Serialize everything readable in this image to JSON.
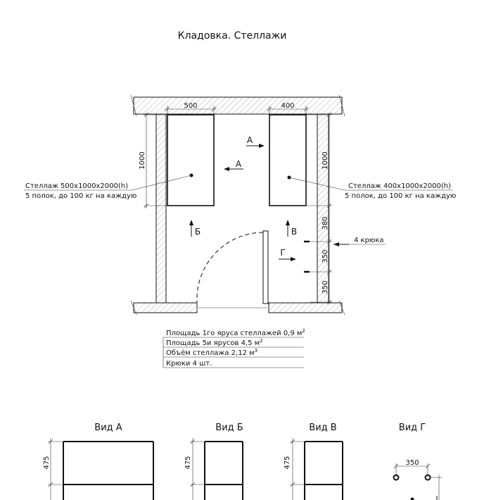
{
  "title": "Кладовка. Стеллажи",
  "plan": {
    "dim_left_width": "500",
    "dim_right_width": "400",
    "dim_left_height": "1000",
    "dim_right_height": "1000",
    "dim_right_380": "380",
    "dim_right_350a": "350",
    "dim_right_350b": "350",
    "arrow_a1": "А",
    "arrow_a2": "А",
    "arrow_b": "Б",
    "arrow_v": "В",
    "arrow_g": "Г",
    "left_rack": {
      "line1": "Стеллаж 500x1000x2000(h)",
      "line2": "5 полок, до 100 кг на каждую"
    },
    "right_rack": {
      "line1": "Стеллаж 400x1000x2000(h)",
      "line2": "5 полок, до 100 кг на каждую"
    },
    "hooks_label": "4 крюка"
  },
  "notes": {
    "row1": "Площадь 1го яруса стеллажей 0,9 м",
    "row1_sup": "2",
    "row2": "Площадь 5и ярусов 4,5 м",
    "row2_sup": "2",
    "row3": "Объём стеллажа 2,12 м",
    "row3_sup": "3",
    "row4": "Крюки 4 шт."
  },
  "views": {
    "a": {
      "title": "Вид А",
      "dim": "475"
    },
    "b": {
      "title": "Вид Б",
      "dim": "475"
    },
    "v": {
      "title": "Вид В",
      "dim": "475"
    },
    "g": {
      "title": "Вид Г",
      "dim": "350"
    }
  }
}
